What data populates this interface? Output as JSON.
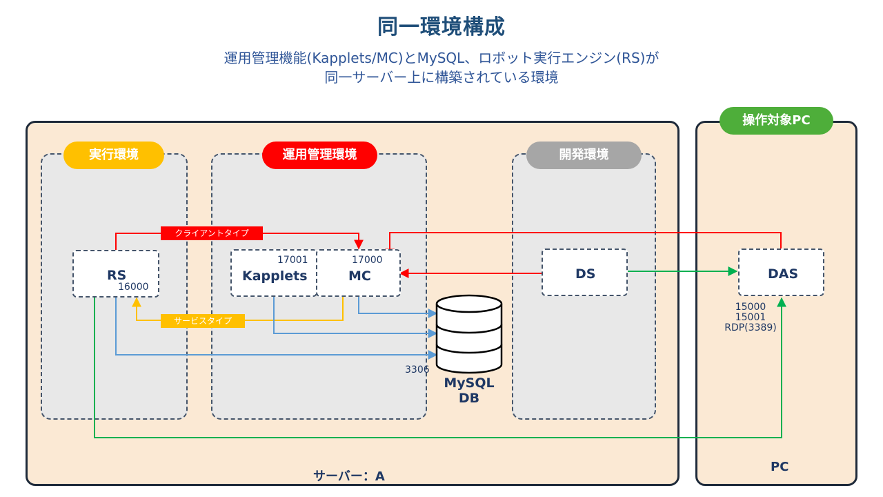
{
  "title": "同一環境構成",
  "subtitle": {
    "line1": "運用管理機能(Kapplets/MC)とMySQL、ロボット実行エンジン(RS)が",
    "line2": "同一サーバー上に構築されている環境"
  },
  "server": {
    "label": "サーバー：A"
  },
  "target": {
    "badge": "操作対象PC",
    "label": "PC"
  },
  "zones": {
    "exec": "実行環境",
    "ops": "運用管理環境",
    "dev": "開発環境"
  },
  "nodes": {
    "rs": {
      "label": "RS",
      "port": "16000"
    },
    "kapplets": {
      "label": "Kapplets",
      "port": "17001"
    },
    "mc": {
      "label": "MC",
      "port": "17000"
    },
    "ds": {
      "label": "DS"
    },
    "das": {
      "label": "DAS",
      "ports": [
        "15000",
        "15001",
        "RDP(3389)"
      ]
    },
    "db": {
      "line1": "MySQL",
      "line2": "DB",
      "port": "3306"
    }
  },
  "connections": {
    "client_type": "クライアントタイプ",
    "service_type": "サービスタイプ"
  },
  "colors": {
    "client": "#ff0000",
    "service": "#ffc000",
    "db_link": "#5b9bd5",
    "rdp_link": "#00b050",
    "exec_badge": "#ffc000",
    "ops_badge": "#ff0000",
    "dev_badge": "#a6a6a6",
    "target_badge": "#4eae3a"
  }
}
